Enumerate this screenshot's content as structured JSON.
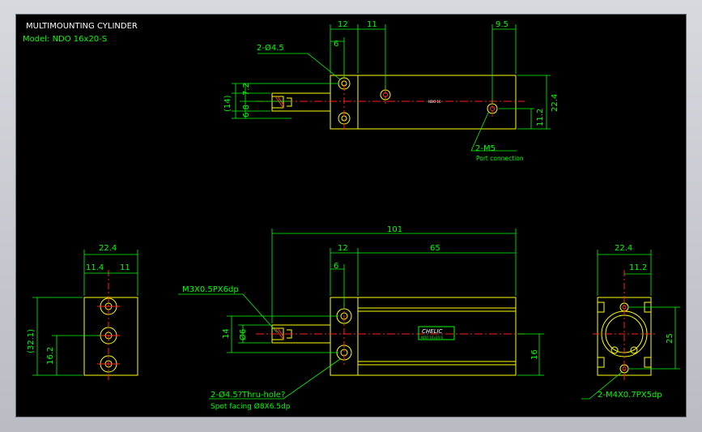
{
  "header": {
    "title": "MULTIMOUNTING CYLINDER",
    "model": "Model: NDO 16x20-S"
  },
  "top_view": {
    "dims": {
      "d12": "12",
      "d11": "11",
      "d9_5": "9.5",
      "d6": "6",
      "d14": "(14)",
      "d7_2": "7.2",
      "d6_8": "6.8",
      "d11_2": "11.2",
      "d22_4": "22.4"
    },
    "holes_label": "2-Ø4.5",
    "port_label": "2-M5",
    "port_note": "Port connection",
    "body_label": "NDO 16"
  },
  "left_view": {
    "dims": {
      "d22_4": "22.4",
      "d11_4": "11.4",
      "d11": "11",
      "d32_1": "(32.1)",
      "d16_2": "16.2"
    }
  },
  "front_view": {
    "dims": {
      "d101": "101",
      "d12": "12",
      "d65": "65",
      "d6": "6",
      "d14": "14",
      "d6_dia": "Ø6",
      "d16": "16"
    },
    "thread_label": "M3X0.5PX6dp",
    "hole_label": "2-Ø4.5?Thru-hole?",
    "spot_label": "Spot facing Ø8X6.5dp",
    "brand_label": "CHELIC",
    "body_label": "NDO 16x20-S"
  },
  "right_view": {
    "dims": {
      "d22_4": "22.4",
      "d11_2": "11.2",
      "d25": "25"
    },
    "thread_label": "2-M4X0.7PX5dp"
  },
  "colors": {
    "outline": "#ffff00",
    "dimension": "#00ff00",
    "center": "#ff2020",
    "hatch": "#ff3030",
    "text": "#ffffff",
    "background": "#000000"
  }
}
